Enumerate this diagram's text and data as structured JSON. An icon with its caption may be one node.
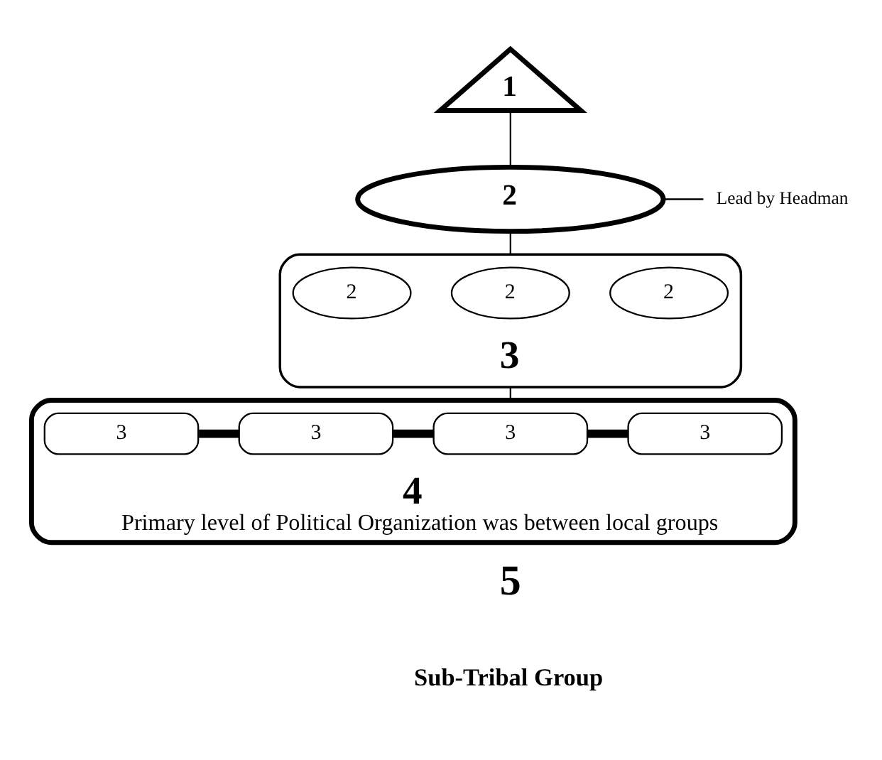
{
  "diagram": {
    "nodes": [
      {
        "text": [
          "1"
        ]
      },
      {
        "text": [
          "2"
        ]
      },
      {
        "text": [
          "Lead by Headman"
        ]
      },
      {
        "text": [
          "3"
        ]
      },
      {
        "text": [
          "2"
        ],
        "in": 3
      },
      {
        "text": [
          "2"
        ],
        "in": 3
      },
      {
        "text": [
          "2"
        ],
        "in": 3
      },
      {
        "text": [
          "4",
          "Primary level of Political Organization was between local groups"
        ]
      },
      {
        "text": [
          "3"
        ],
        "in": 7
      },
      {
        "text": [
          "3"
        ],
        "in": 7
      },
      {
        "text": [
          "3"
        ],
        "in": 7
      },
      {
        "text": [
          "3"
        ],
        "in": 7
      }
    ],
    "edges": [
      {
        "from": 0,
        "to": 1,
        "arrow": "none"
      },
      {
        "from": 1,
        "to": 2,
        "arrow": "none"
      },
      {
        "from": 1,
        "to": 3,
        "arrow": "none"
      },
      {
        "from": 3,
        "to": 7,
        "arrow": "none"
      },
      {
        "from": 8,
        "to": 9,
        "arrow": "none",
        "style": "thick"
      },
      {
        "from": 9,
        "to": 10,
        "arrow": "none",
        "style": "thick"
      },
      {
        "from": 10,
        "to": 11,
        "arrow": "none",
        "style": "thick"
      }
    ],
    "labels": [
      "5",
      "Sub-Tribal Group"
    ]
  }
}
